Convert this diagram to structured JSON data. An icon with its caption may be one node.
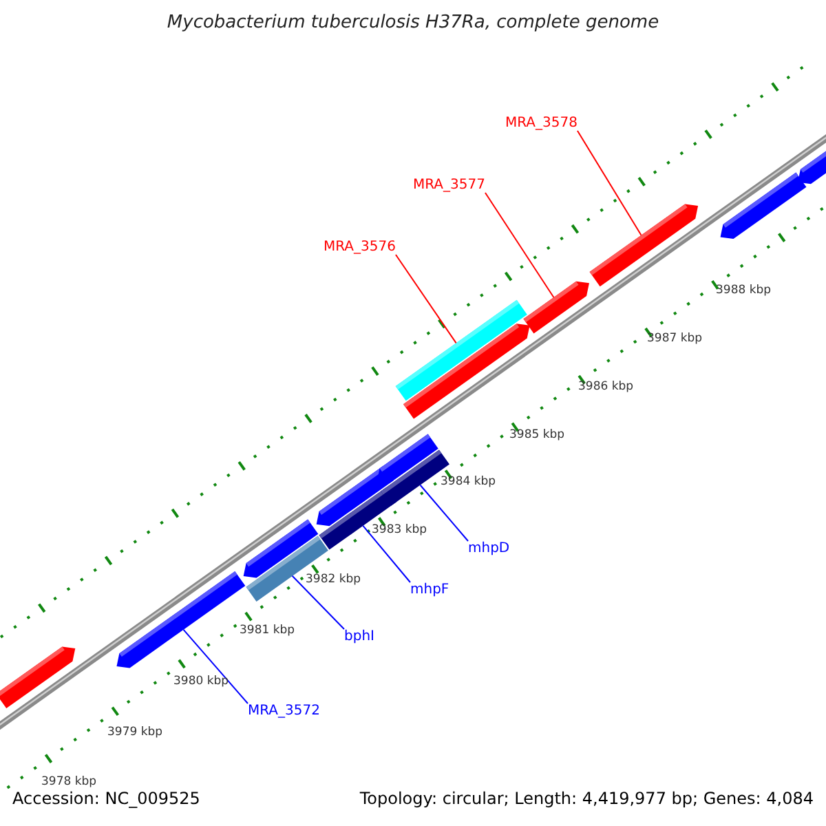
{
  "diagram": {
    "title": "Mycobacterium tuberculosis H37Ra, complete genome",
    "nodes": [
      {
        "text": [
          "MRA_3578"
        ]
      },
      {
        "text": [
          "MRA_3577"
        ]
      },
      {
        "text": [
          "MRA_3576"
        ]
      },
      {
        "text": [
          "MRA_3572"
        ]
      },
      {
        "text": [
          "bphI"
        ]
      },
      {
        "text": [
          "mhpF"
        ]
      },
      {
        "text": [
          "mhpD"
        ]
      },
      {
        "text": [],
        "shape": "pentagon"
      },
      {
        "text": [],
        "shape": "pentagon"
      },
      {
        "text": [],
        "shape": "bar"
      },
      {
        "text": [],
        "shape": "pentagon"
      },
      {
        "text": [],
        "shape": "bar"
      },
      {
        "text": [],
        "shape": "pentagon"
      },
      {
        "text": [],
        "shape": "bar"
      },
      {
        "text": [],
        "shape": "pentagon"
      },
      {
        "text": [],
        "shape": "pentagon"
      },
      {
        "text": [],
        "shape": "bar"
      },
      {
        "text": [],
        "shape": "pentagon"
      },
      {
        "text": [],
        "shape": "pentagon"
      },
      {
        "text": [],
        "shape": "pentagon"
      },
      {
        "text": [],
        "shape": "pentagon"
      }
    ],
    "edges": [
      {
        "from": 0,
        "to": 18,
        "arrow": "none",
        "color": "#ff0000"
      },
      {
        "from": 1,
        "to": 17,
        "arrow": "none",
        "color": "#ff0000"
      },
      {
        "from": 2,
        "to": 16,
        "arrow": "none",
        "color": "#ff0000"
      },
      {
        "from": 3,
        "to": 8,
        "arrow": "none"
      },
      {
        "from": 4,
        "to": 9,
        "arrow": "none"
      },
      {
        "from": 5,
        "to": 11,
        "arrow": "none"
      },
      {
        "from": 6,
        "to": 13,
        "arrow": "none"
      }
    ],
    "labels": [
      "3988 kbp",
      "3987 kbp",
      "3986 kbp",
      "3985 kbp",
      "3984 kbp",
      "3983 kbp",
      "3982 kbp",
      "3981 kbp",
      "3980 kbp",
      "3979 kbp",
      "3978 kbp",
      "Accession: NC_009525",
      "Topology: circular; Length: 4,419,977 bp; Genes: 4,084"
    ]
  }
}
